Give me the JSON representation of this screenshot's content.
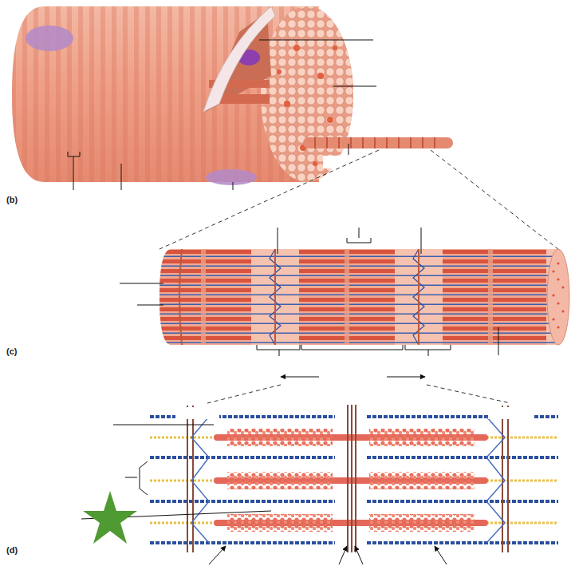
{
  "diagram": {
    "labels": [
      "(b)",
      "(c)",
      "(d)"
    ]
  }
}
